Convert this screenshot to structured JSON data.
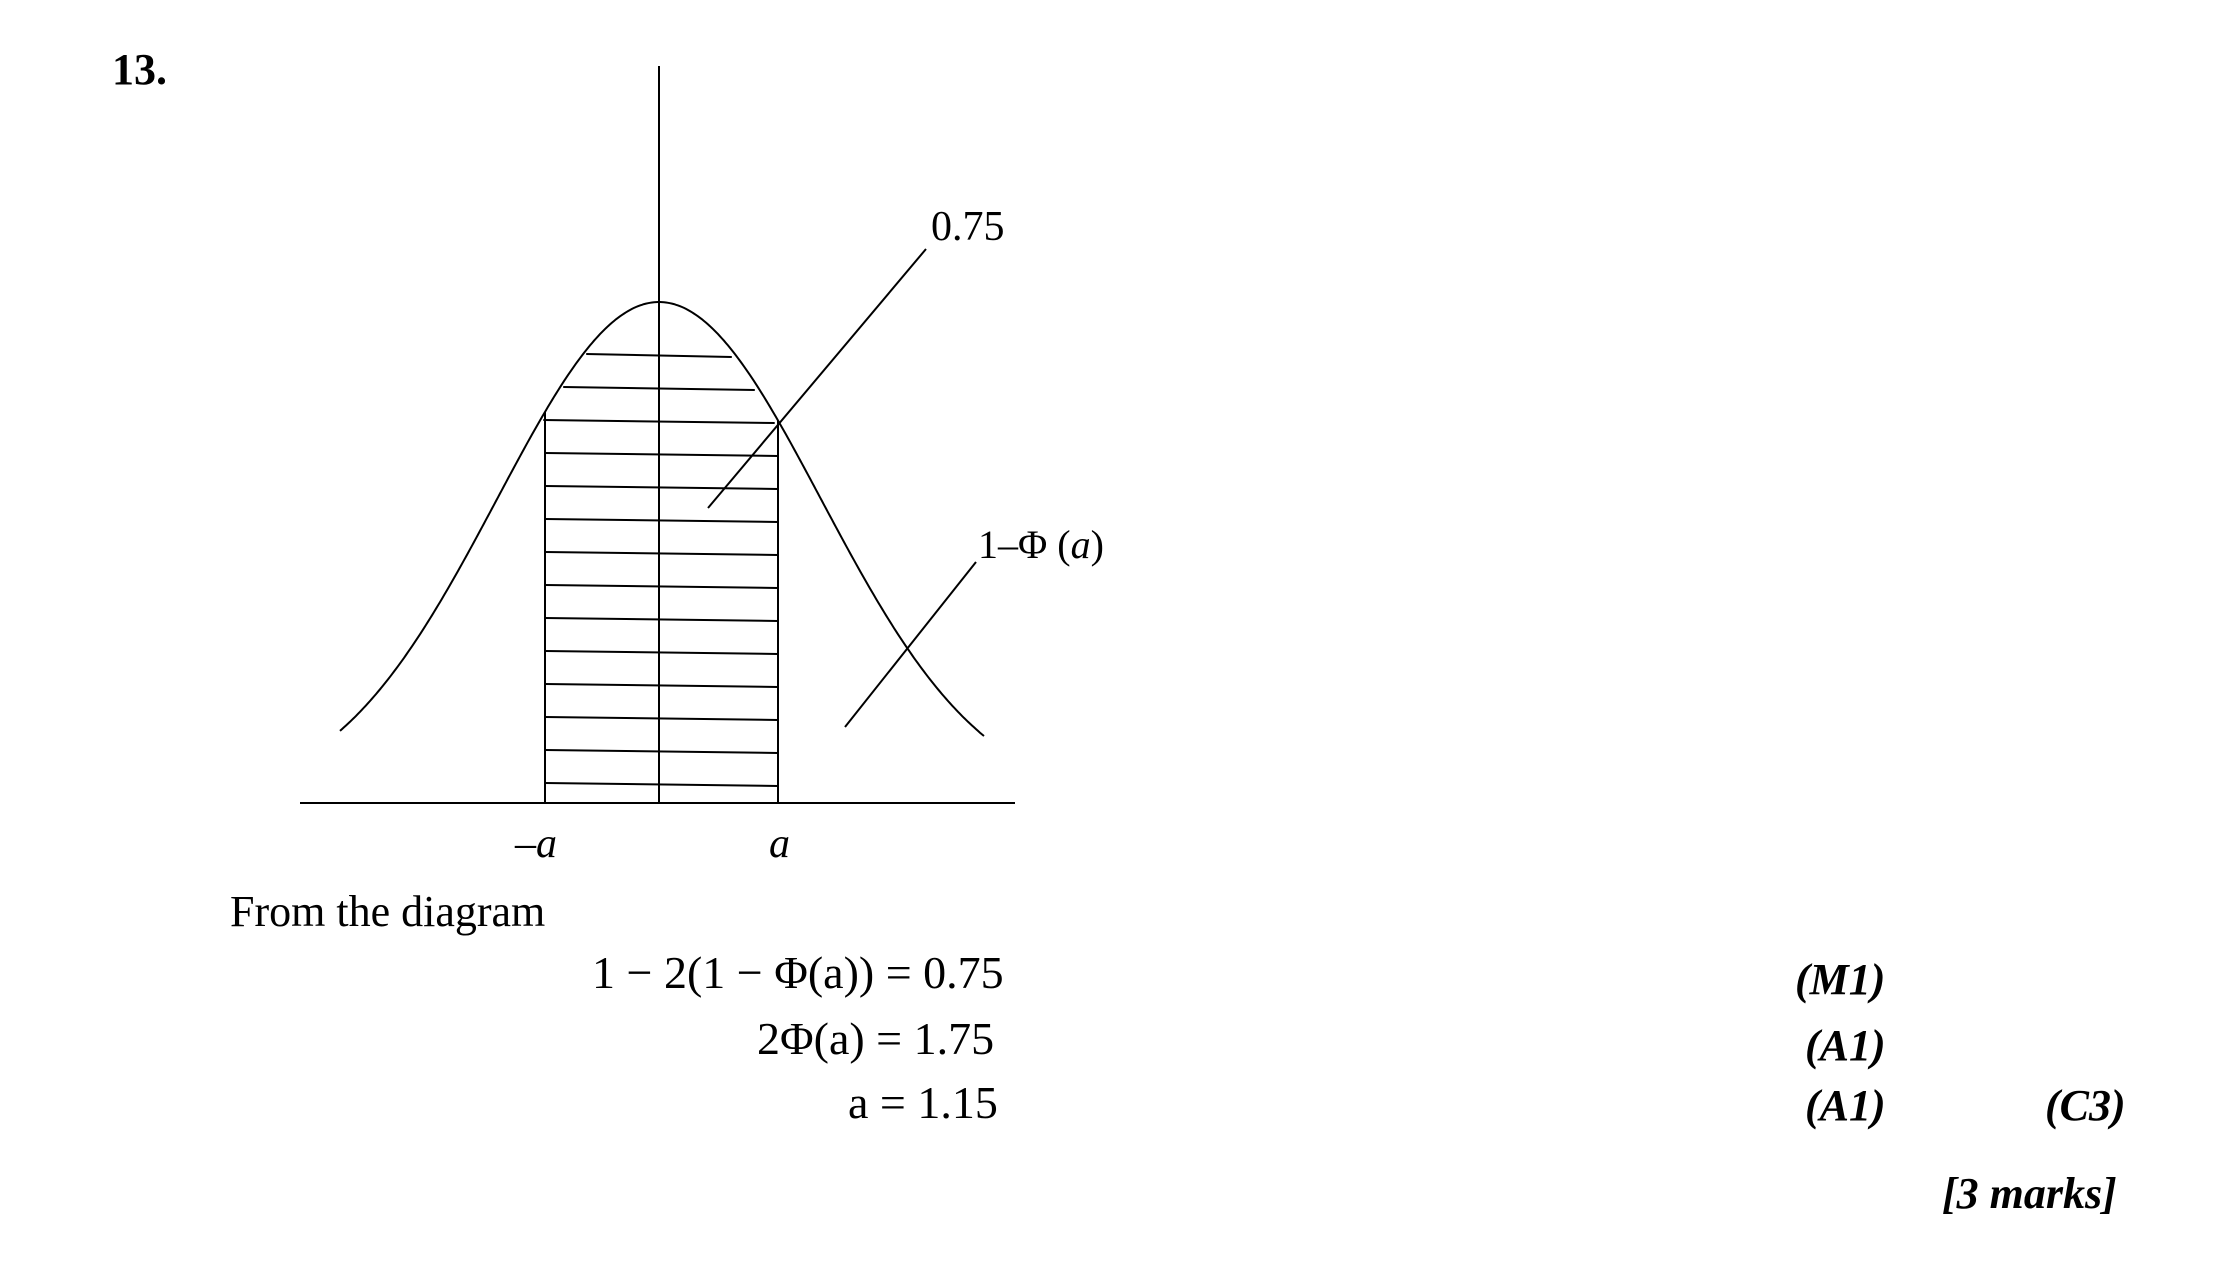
{
  "question": {
    "number": "13."
  },
  "diagram": {
    "label_shaded": "0.75",
    "label_tail": "1–Φ (a)",
    "label_tail_prefix": "1–Φ (",
    "label_tail_var": "a",
    "label_tail_suffix": ")",
    "axis_label_neg": "–a",
    "axis_label_pos": "a"
  },
  "solution": {
    "intro": "From the diagram",
    "lines": [
      {
        "text": "1 − 2(1 − Φ(a)) = 0.75",
        "mark": "(M1)"
      },
      {
        "text": "2Φ(a) = 1.75",
        "mark": "(A1)"
      },
      {
        "text": "a = 1.15",
        "mark": "(A1)",
        "extra_mark": "(C3)"
      }
    ],
    "total": "[3 marks]"
  }
}
